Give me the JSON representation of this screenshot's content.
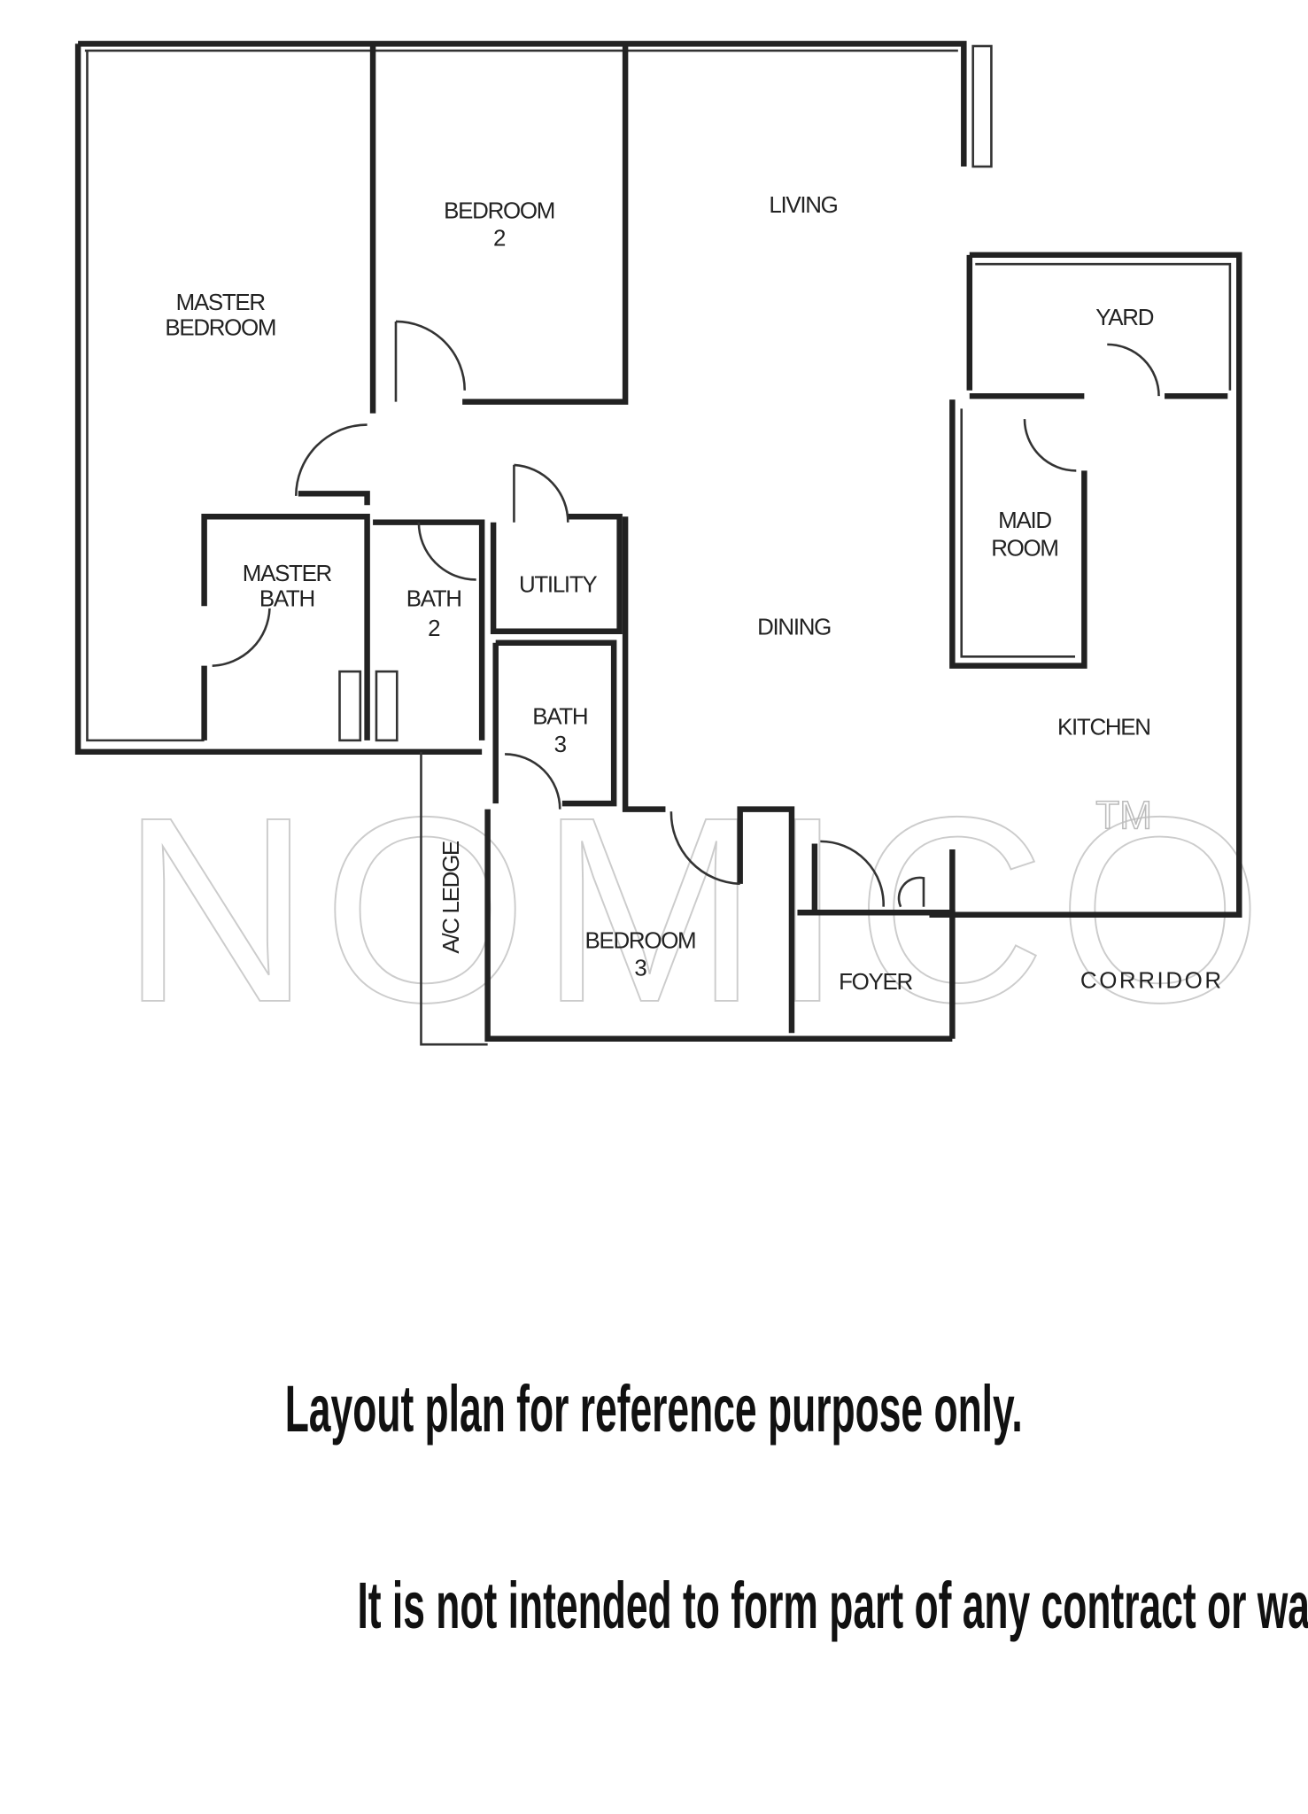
{
  "rooms": {
    "master_bedroom": [
      "MASTER",
      "BEDROOM"
    ],
    "bedroom2": [
      "BEDROOM",
      "2"
    ],
    "living": "LIVING",
    "yard": "YARD",
    "maid_room": [
      "MAID",
      "ROOM"
    ],
    "master_bath": [
      "MASTER",
      "BATH"
    ],
    "bath2": [
      "BATH",
      "2"
    ],
    "utility": "UTILITY",
    "dining": "DINING",
    "bath3": [
      "BATH",
      "3"
    ],
    "kitchen": "KITCHEN",
    "ac_ledge": "A/C LEDGE",
    "bedroom3": [
      "BEDROOM",
      "3"
    ],
    "foyer": "FOYER",
    "corridor": "CORRIDOR"
  },
  "watermark": {
    "text": "NOMICO",
    "tm": "TM"
  },
  "disclaimer": {
    "line1": "Layout plan for reference purpose only.",
    "line2": "It is not intended to form part of any contract or warranty."
  }
}
